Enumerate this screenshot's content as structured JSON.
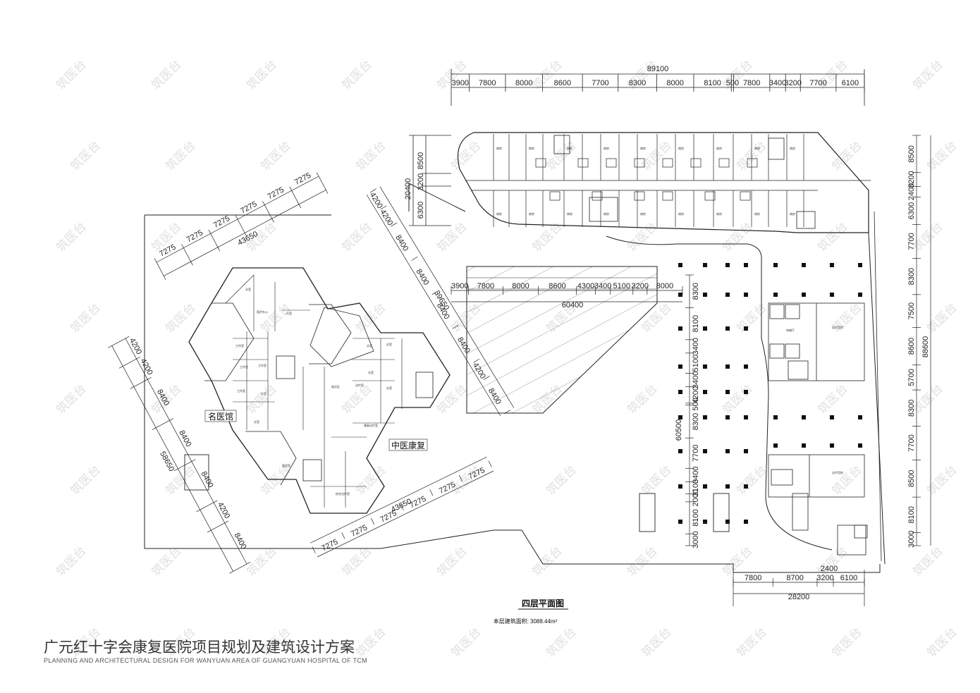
{
  "drawing": {
    "plan_title": "四层平面图",
    "area_label": "本层建筑面积:",
    "area_value": "3088.44m²",
    "labels": {
      "famous_clinic": "名医馆",
      "tcm_rehab": "中医康复"
    },
    "top_total": "89100",
    "top_segments": [
      "3900",
      "7800",
      "8000",
      "8600",
      "7700",
      "8300",
      "8000",
      "8100",
      "500",
      "7800",
      "3400",
      "3200",
      "7700",
      "6100"
    ],
    "mid_total": "60400",
    "mid_segments": [
      "3900",
      "7800",
      "8000",
      "8600",
      "4300",
      "3400",
      "5100",
      "3200",
      "8000"
    ],
    "mid_v_total": "60500",
    "mid_v_segments": [
      "8300",
      "8100",
      "3400",
      "5100",
      "3400",
      "4200",
      "500",
      "8300",
      "7700",
      "3400",
      "3100",
      "2000",
      "8100",
      "3000"
    ],
    "bottom_total": "28200",
    "bottom_segments": [
      "7800",
      "8700",
      "3200",
      "6100"
    ],
    "bottom_extra": "2400",
    "right_total": "88600",
    "right_segments": [
      "8500",
      "3200",
      "2400",
      "6300",
      "7700",
      "8300",
      "7500",
      "8600",
      "5700",
      "8300",
      "7700",
      "8500",
      "8100",
      "3000"
    ],
    "left_top_v_total": "20400",
    "left_top_v_segments": [
      "8500",
      "3200",
      "6300"
    ],
    "hex_total_a": "43650",
    "hex_total_b": "43650",
    "hex_total_c": "58650",
    "hex_total_d": "39650",
    "hex_segments_a": [
      "7275",
      "7275",
      "7275",
      "7275",
      "7275",
      "7275"
    ],
    "hex_segments_b": [
      "7275",
      "7275",
      "7275",
      "7275",
      "7275",
      "7275"
    ],
    "hex_segments_c": [
      "4200",
      "4200",
      "8400",
      "8400",
      "8400",
      "4200",
      "8400"
    ],
    "hex_segments_d": [
      "4200",
      "4200",
      "8400",
      "8400",
      "8400",
      "8400",
      "4200",
      "8400"
    ]
  },
  "watermark": "筑医台",
  "footer": {
    "title": "广元红十字会康复医院项目规划及建筑设计方案",
    "subtitle": "PLANNING AND ARCHITECTURAL DESIGN FOR WANYUAN AREA OF GUANGYUAN HOSPITAL OF TCM"
  }
}
